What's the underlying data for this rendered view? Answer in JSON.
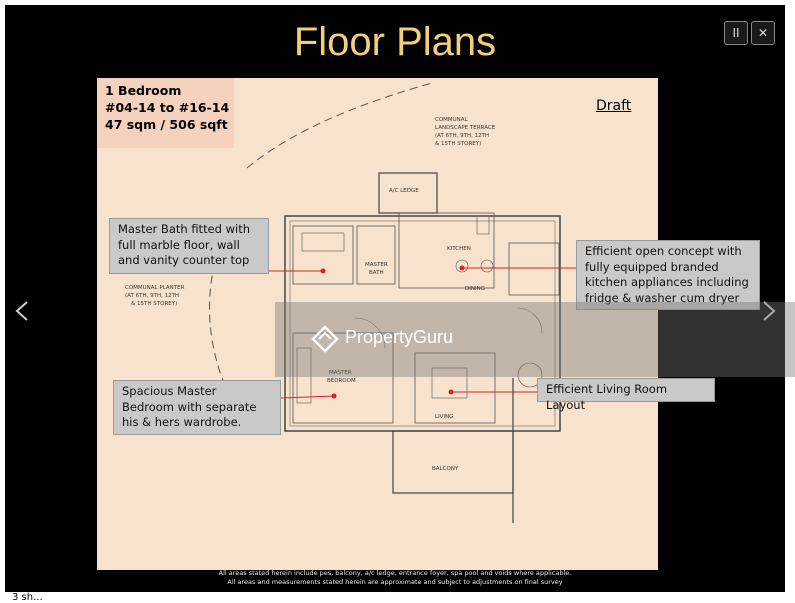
{
  "viewer": {
    "title": "Floor Plans",
    "pause_icon": "pause-icon",
    "close_icon": "close-icon",
    "prev_icon": "chevron-left-icon",
    "next_icon": "chevron-right-icon",
    "pause_glyph": "II",
    "close_glyph": "✕"
  },
  "unit": {
    "line1": "1 Bedroom",
    "line2": "#04-14 to #16-14",
    "line3": "47 sqm / 506 sqft"
  },
  "draft_label": "Draft",
  "callouts": {
    "bath": "Master Bath fitted with full marble floor, wall and vanity counter top",
    "bedroom": "Spacious Master Bedroom with separate his & hers wardrobe.",
    "kitchen": "Efficient open concept with fully equipped branded kitchen appliances including fridge & washer cum dryer",
    "living": "Efficient Living Room Layout"
  },
  "plan_labels": {
    "communal_terrace": [
      "COMMUNAL",
      "LANDSCAPE TERRACE",
      "(AT 6TH, 9TH, 12TH",
      "& 15TH STOREY)"
    ],
    "communal_planter": [
      "COMMUNAL PLANTER",
      "(AT 6TH, 9TH, 12TH",
      "& 15TH STOREY)"
    ],
    "ac_ledge": "A/C LEDGE",
    "kitchen": "KITCHEN",
    "dining": "DINING",
    "master_bath": [
      "MASTER",
      "BATH"
    ],
    "master_bedroom": [
      "MASTER",
      "BEDROOM"
    ],
    "living": "LIVING",
    "balcony": "BALCONY"
  },
  "watermark": {
    "text": "PropertyGuru",
    "icon": "propertyguru-logo-icon"
  },
  "footer": {
    "line1": "All areas stated herein include pes, balcony, a/c ledge, entrance foyer, spa pool and voids where applicable.",
    "line2": "All areas and measurements stated herein are approximate and subject to adjustments on final survey"
  },
  "caption": "3 sh...",
  "colors": {
    "background": "#000000",
    "title": "#f2cf7a",
    "slide": "#f7e3cd",
    "callout": "#c9c9c9",
    "marker": "#d9232a"
  }
}
